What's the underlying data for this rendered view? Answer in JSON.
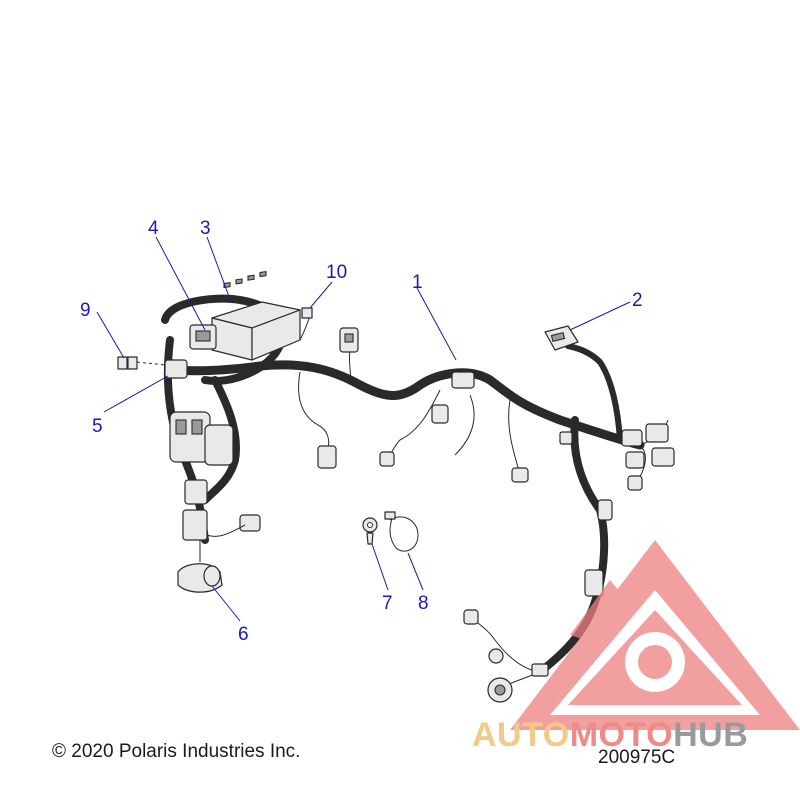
{
  "diagram": {
    "callouts": [
      {
        "id": "1",
        "label": "1"
      },
      {
        "id": "2",
        "label": "2"
      },
      {
        "id": "3",
        "label": "3"
      },
      {
        "id": "4",
        "label": "4"
      },
      {
        "id": "5",
        "label": "5"
      },
      {
        "id": "6",
        "label": "6"
      },
      {
        "id": "7",
        "label": "7"
      },
      {
        "id": "8",
        "label": "8"
      },
      {
        "id": "9",
        "label": "9"
      },
      {
        "id": "10",
        "label": "10"
      }
    ],
    "callout_color": "#1a1ab0",
    "line_color": "#2a2a2a"
  },
  "footer": {
    "copyright": "© 2020 Polaris Industries Inc.",
    "figure_number": "200975C"
  },
  "watermark": {
    "word_parts": [
      "AUTO",
      "MOTO",
      "HUB"
    ],
    "colors": {
      "auto": "#f2c98a",
      "moto": "#f08a8a",
      "hub": "#9a9a9a",
      "logo": "#ee7f7f"
    }
  }
}
